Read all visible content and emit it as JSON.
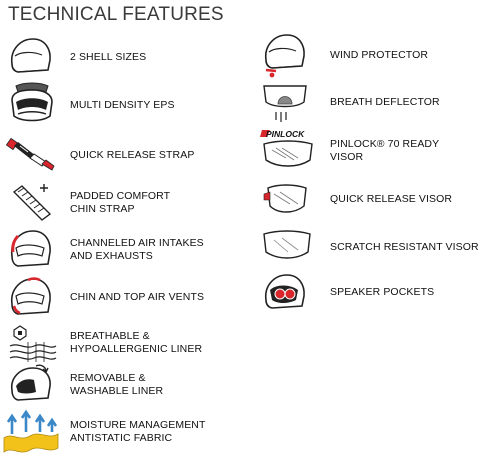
{
  "header": {
    "title": "TECHNICAL FEATURES"
  },
  "left_features": [
    {
      "label": "2 SHELL SIZES",
      "icon": "helmet-shell-icon"
    },
    {
      "label": "MULTI DENSITY EPS",
      "icon": "eps-layers-icon"
    },
    {
      "label": "QUICK RELEASE STRAP",
      "icon": "buckle-strap-icon"
    },
    {
      "label": "PADDED COMFORT\nCHIN STRAP",
      "icon": "padded-strap-icon"
    },
    {
      "label": "CHANNELED AIR INTAKES\nAND EXHAUSTS",
      "icon": "air-intake-helmet-icon"
    },
    {
      "label": "CHIN AND TOP AIR VENTS",
      "icon": "air-vent-helmet-icon"
    },
    {
      "label": "BREATHABLE &\nHYPOALLERGENIC LINER",
      "icon": "breathable-liner-icon"
    },
    {
      "label": "REMOVABLE &\nWASHABLE LINER",
      "icon": "removable-liner-icon"
    },
    {
      "label": "MOISTURE MANAGEMENT\nANTISTATIC FABRIC",
      "icon": "moisture-fabric-icon"
    }
  ],
  "right_features": [
    {
      "label": "WIND PROTECTOR",
      "icon": "wind-protector-helmet-icon"
    },
    {
      "label": "BREATH DEFLECTOR",
      "icon": "breath-deflector-icon"
    },
    {
      "label": "PINLOCK® 70 READY\nVISOR",
      "icon": "pinlock-visor-icon",
      "brand_text": "PINLOCK"
    },
    {
      "label": "QUICK RELEASE VISOR",
      "icon": "quick-release-visor-icon"
    },
    {
      "label": "SCRATCH RESISTANT VISOR",
      "icon": "scratch-resistant-visor-icon"
    },
    {
      "label": "SPEAKER POCKETS",
      "icon": "speaker-pocket-icon"
    }
  ],
  "colors": {
    "accent": "#d8262c",
    "outline": "#222222",
    "title": "#3a3a3a",
    "moisture_yellow": "#f2c21b",
    "moisture_blue": "#3a88c8"
  }
}
